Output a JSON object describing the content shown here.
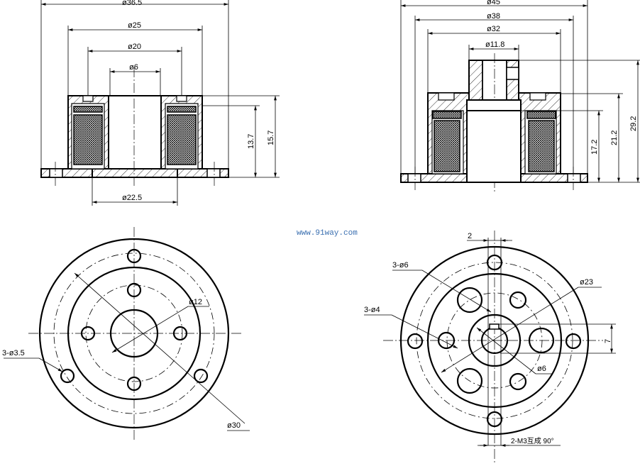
{
  "watermark": "www.91way.com",
  "left_section": {
    "dims": {
      "d_outer": "ø36.5",
      "d_body": "ø25",
      "d_pitch": "ø20",
      "d_bore": "ø6",
      "d_base": "ø22.5",
      "h_coil": "13.7",
      "h_body": "15.7"
    }
  },
  "right_section": {
    "dims": {
      "d_outer": "ø45",
      "d_pitch": "ø38",
      "d_body": "ø32",
      "d_hub": "ø11.8",
      "h_coil": "17.2",
      "h_body": "21.2",
      "h_total": "29.2"
    }
  },
  "left_plan": {
    "dims": {
      "d_hub": "ø12",
      "holes": "3-ø3.5",
      "d_circle": "ø30"
    }
  },
  "right_plan": {
    "dims": {
      "key_width": "2",
      "holes_large": "3-ø6",
      "holes_small": "3-ø4",
      "d_circle": "ø23",
      "d_shaft": "ø6",
      "key_height": "7",
      "thread_note": "2-M3互成 90°"
    }
  }
}
